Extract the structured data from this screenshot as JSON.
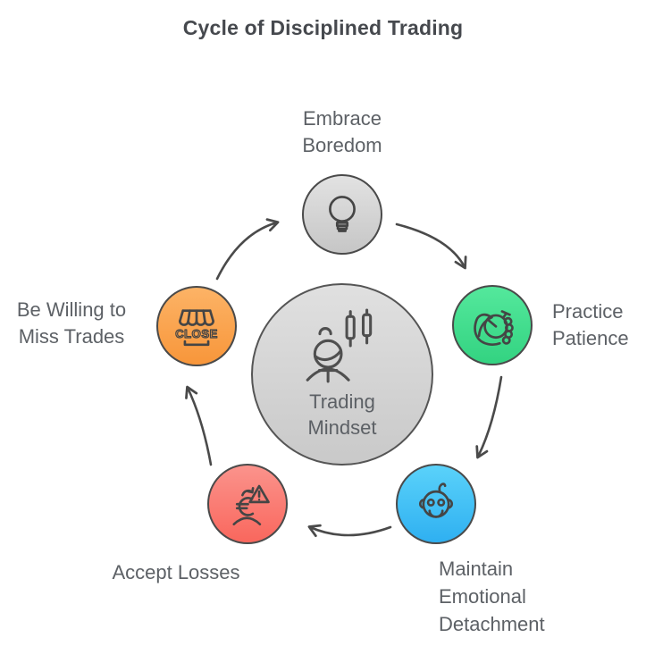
{
  "title": "Cycle of Disciplined Trading",
  "center": {
    "lines": [
      "Trading",
      "Mindset"
    ],
    "icon": "trader-candlestick-person-icon",
    "color_top": "#e0e0e0",
    "color_bottom": "#c9c9c9"
  },
  "nodes": [
    {
      "id": "embrace-boredom",
      "lines": [
        "Embrace",
        "Boredom"
      ],
      "icon": "lightbulb-icon",
      "color_top": "#e2e2e2",
      "color_bottom": "#c6c6c6"
    },
    {
      "id": "practice-patience",
      "lines": [
        "Practice",
        "Patience"
      ],
      "icon": "fist-stopwatch-icon",
      "color_top": "#54e89c",
      "color_bottom": "#33d381"
    },
    {
      "id": "maintain-emotional-detachment",
      "lines": [
        "Maintain",
        "Emotional",
        "Detachment"
      ],
      "icon": "robot-icon",
      "color_top": "#5ad2fa",
      "color_bottom": "#2fb0f1"
    },
    {
      "id": "accept-losses",
      "lines": [
        "Accept Losses"
      ],
      "icon": "euro-loss-warning-icon",
      "color_top": "#fb938c",
      "color_bottom": "#f9675d"
    },
    {
      "id": "be-willing-to-miss-trades",
      "lines": [
        "Be Willing to",
        "Miss Trades"
      ],
      "icon": "shop-close-icon",
      "shop_sign_text": "CLOSE",
      "color_top": "#fcb366",
      "color_bottom": "#f8963a"
    }
  ],
  "palette": {
    "outline": "#4a4a4a",
    "arrow": "#4a4a4a",
    "icon_stroke": "#454545",
    "label_text": "#5d6166",
    "title_text": "#46494e"
  }
}
